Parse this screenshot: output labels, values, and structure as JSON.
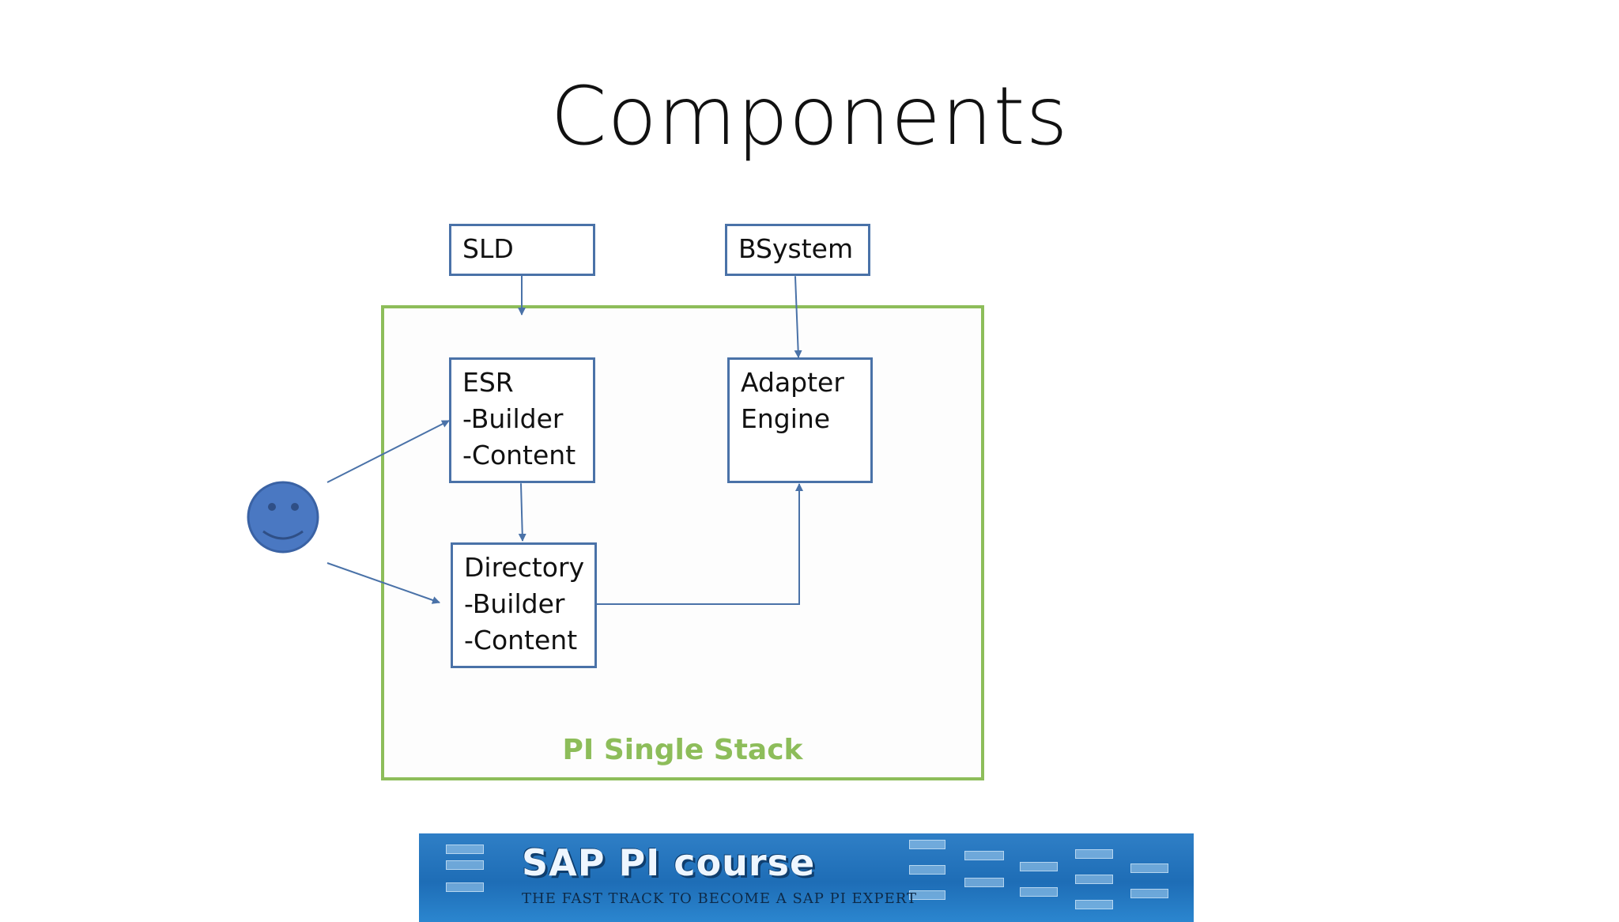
{
  "slide": {
    "title": "Components"
  },
  "diagram": {
    "container_label": "PI Single Stack",
    "nodes": {
      "sld": {
        "lines": [
          "SLD"
        ]
      },
      "bsystem": {
        "lines": [
          "BSystem"
        ]
      },
      "esr": {
        "lines": [
          "ESR",
          "-Builder",
          "-Content"
        ]
      },
      "adapter": {
        "lines": [
          "Adapter",
          "Engine"
        ]
      },
      "directory": {
        "lines": [
          "Directory",
          "-Builder",
          "-Content"
        ]
      }
    },
    "colors": {
      "box_border": "#4a72a8",
      "container_border": "#8dbd5a",
      "container_label": "#8dbd5a",
      "user_icon": "#4a78c2"
    },
    "icons": {
      "user": "smiley-face-icon"
    }
  },
  "banner": {
    "headline": "SAP PI course",
    "tagline": "THE FAST TRACK TO BECOME A SAP PI EXPERT"
  }
}
